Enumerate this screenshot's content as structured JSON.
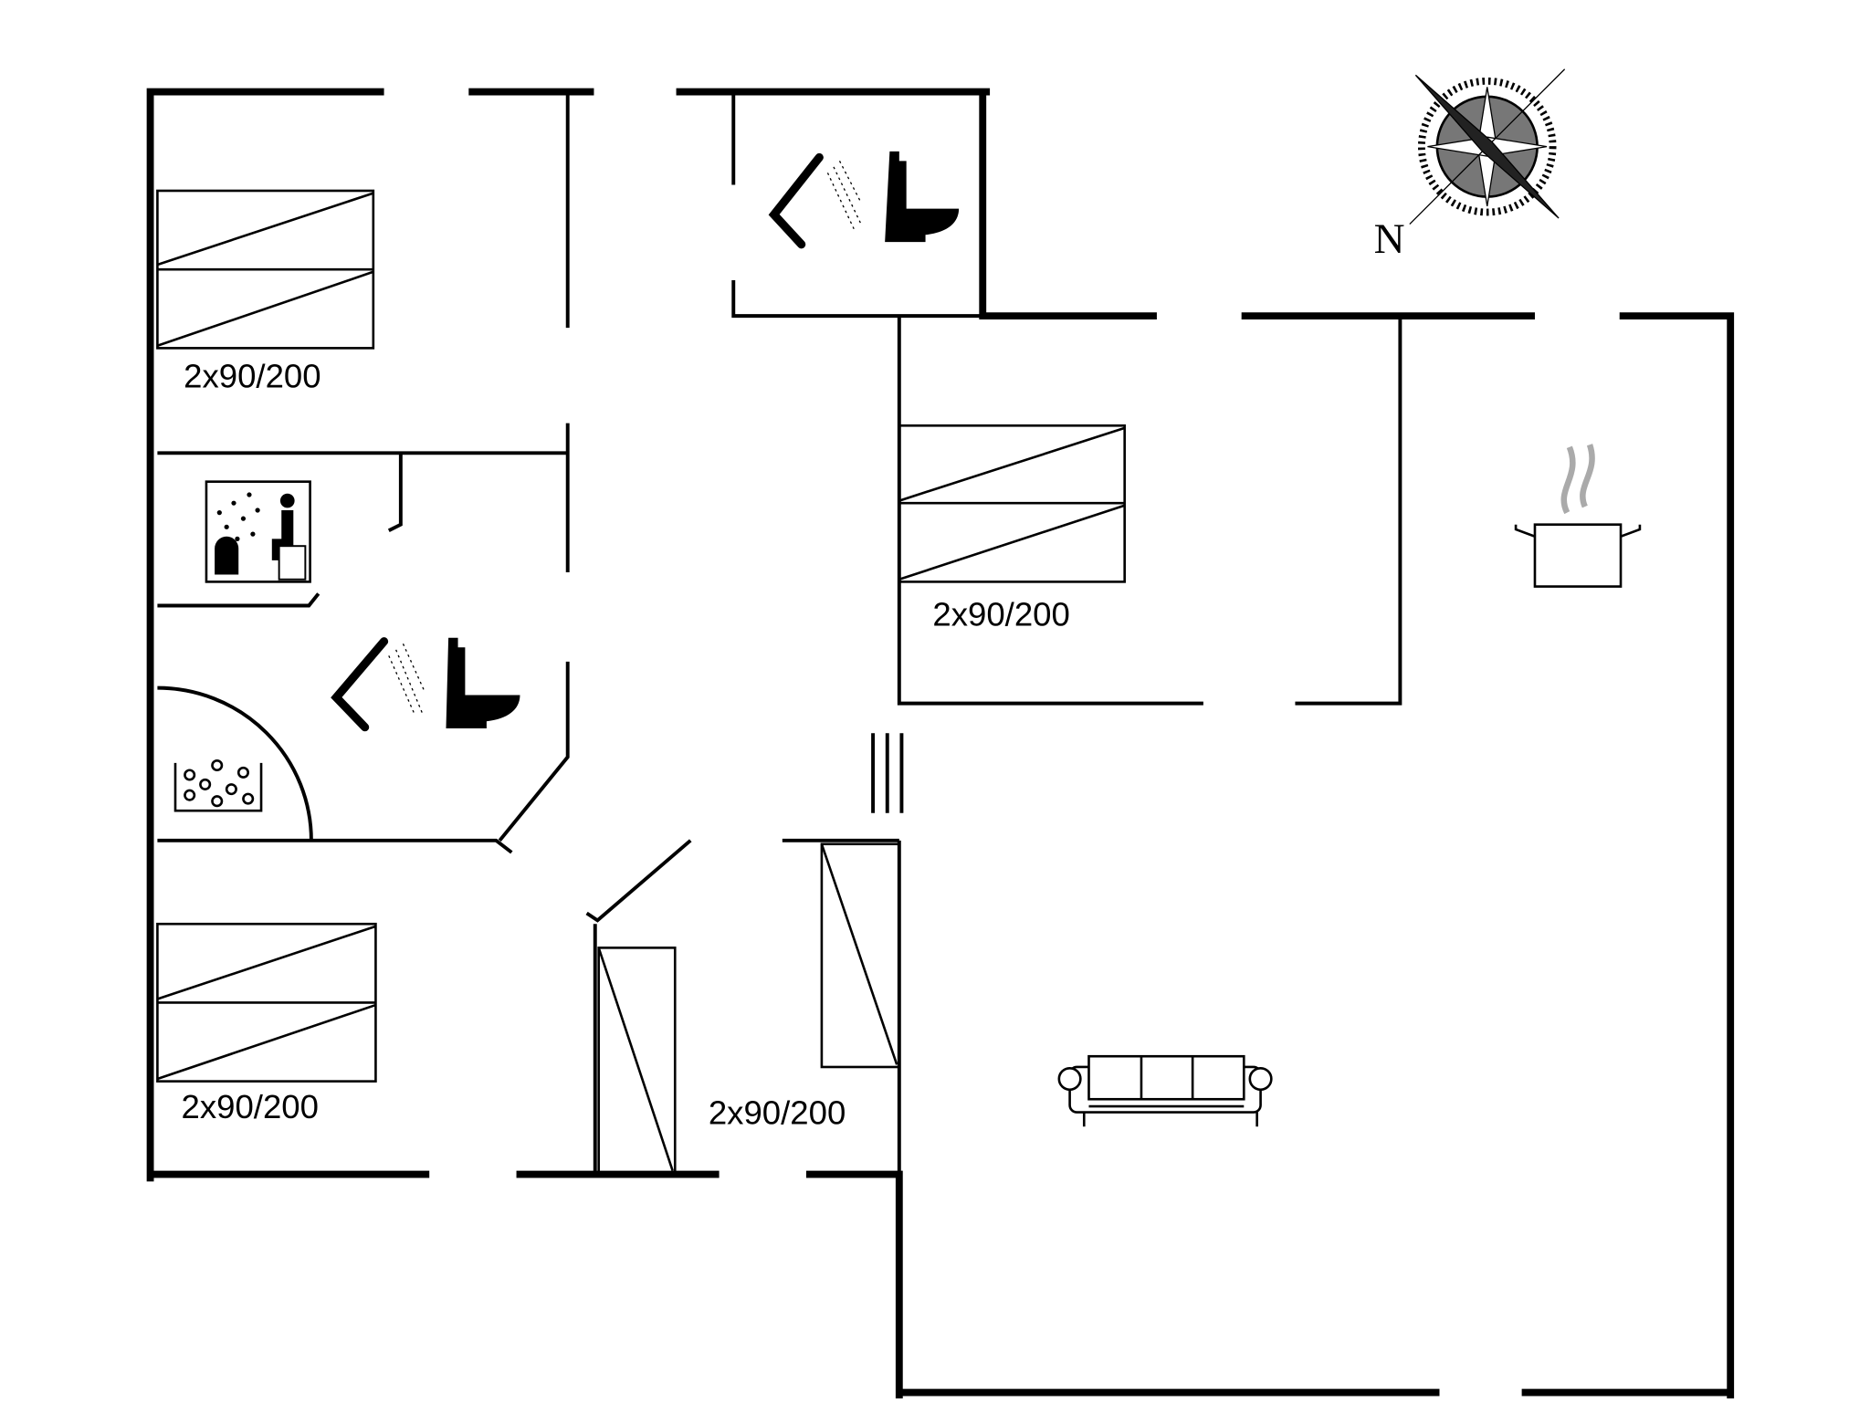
{
  "plan": {
    "bed_labels": [
      "2x90/200",
      "2x90/200",
      "2x90/200",
      "2x90/200"
    ],
    "compass_label": "N",
    "icons": [
      "compass-icon",
      "shower-icon",
      "toilet-icon",
      "sauna-icon",
      "whirlpool-icon",
      "cooking-pot-icon",
      "sofa-icon",
      "bed-icon"
    ],
    "colors": {
      "walls": "#000000",
      "background": "#ffffff",
      "steam": "#aaaaaa"
    }
  }
}
